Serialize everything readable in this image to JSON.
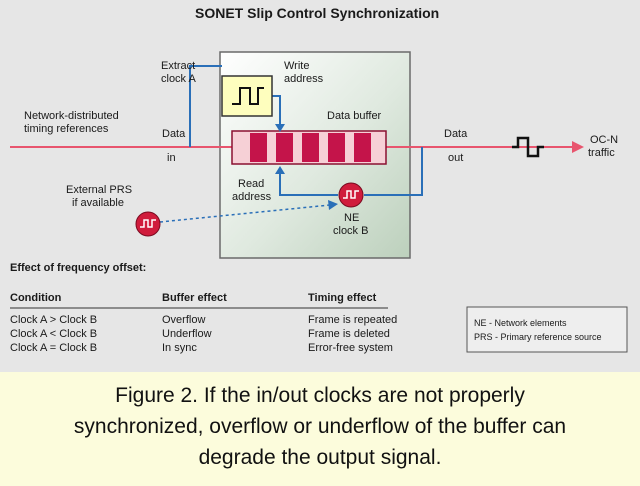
{
  "title": "SONET Slip Control Synchronization",
  "labels": {
    "extract_clock": [
      "Extract",
      "clock A"
    ],
    "write_address": [
      "Write",
      "address"
    ],
    "data_buffer": "Data buffer",
    "network_timing": [
      "Network-distributed",
      "timing references"
    ],
    "data_in": [
      "Data",
      "in"
    ],
    "data_out": [
      "Data",
      "out"
    ],
    "oc_n": [
      "OC-N",
      "traffic"
    ],
    "read_address": [
      "Read",
      "address"
    ],
    "external_prs": [
      "External PRS",
      "if available"
    ],
    "ne_clock": [
      "NE",
      "clock B"
    ]
  },
  "table": {
    "heading": "Effect of frequency offset:",
    "columns": [
      "Condition",
      "Buffer effect",
      "Timing effect"
    ],
    "rows": [
      [
        "Clock A > Clock B",
        "Overflow",
        "Frame is repeated"
      ],
      [
        "Clock A < Clock B",
        "Underflow",
        "Frame is deleted"
      ],
      [
        "Clock A = Clock B",
        "In sync",
        "Error-free system"
      ]
    ]
  },
  "legend": [
    "NE - Network elements",
    "PRS - Primary reference source"
  ],
  "caption": [
    "Figure 2. If the in/out clocks are not properly",
    "synchronized, overflow or underflow of the buffer can",
    "degrade the output signal."
  ],
  "colors": {
    "signal_line": "#e8556e",
    "clock_line": "#2a6fb8",
    "buffer_slot": "#c4144a",
    "clock_circle": "#d01c3c",
    "caption_bg": "#fcfcdc"
  }
}
